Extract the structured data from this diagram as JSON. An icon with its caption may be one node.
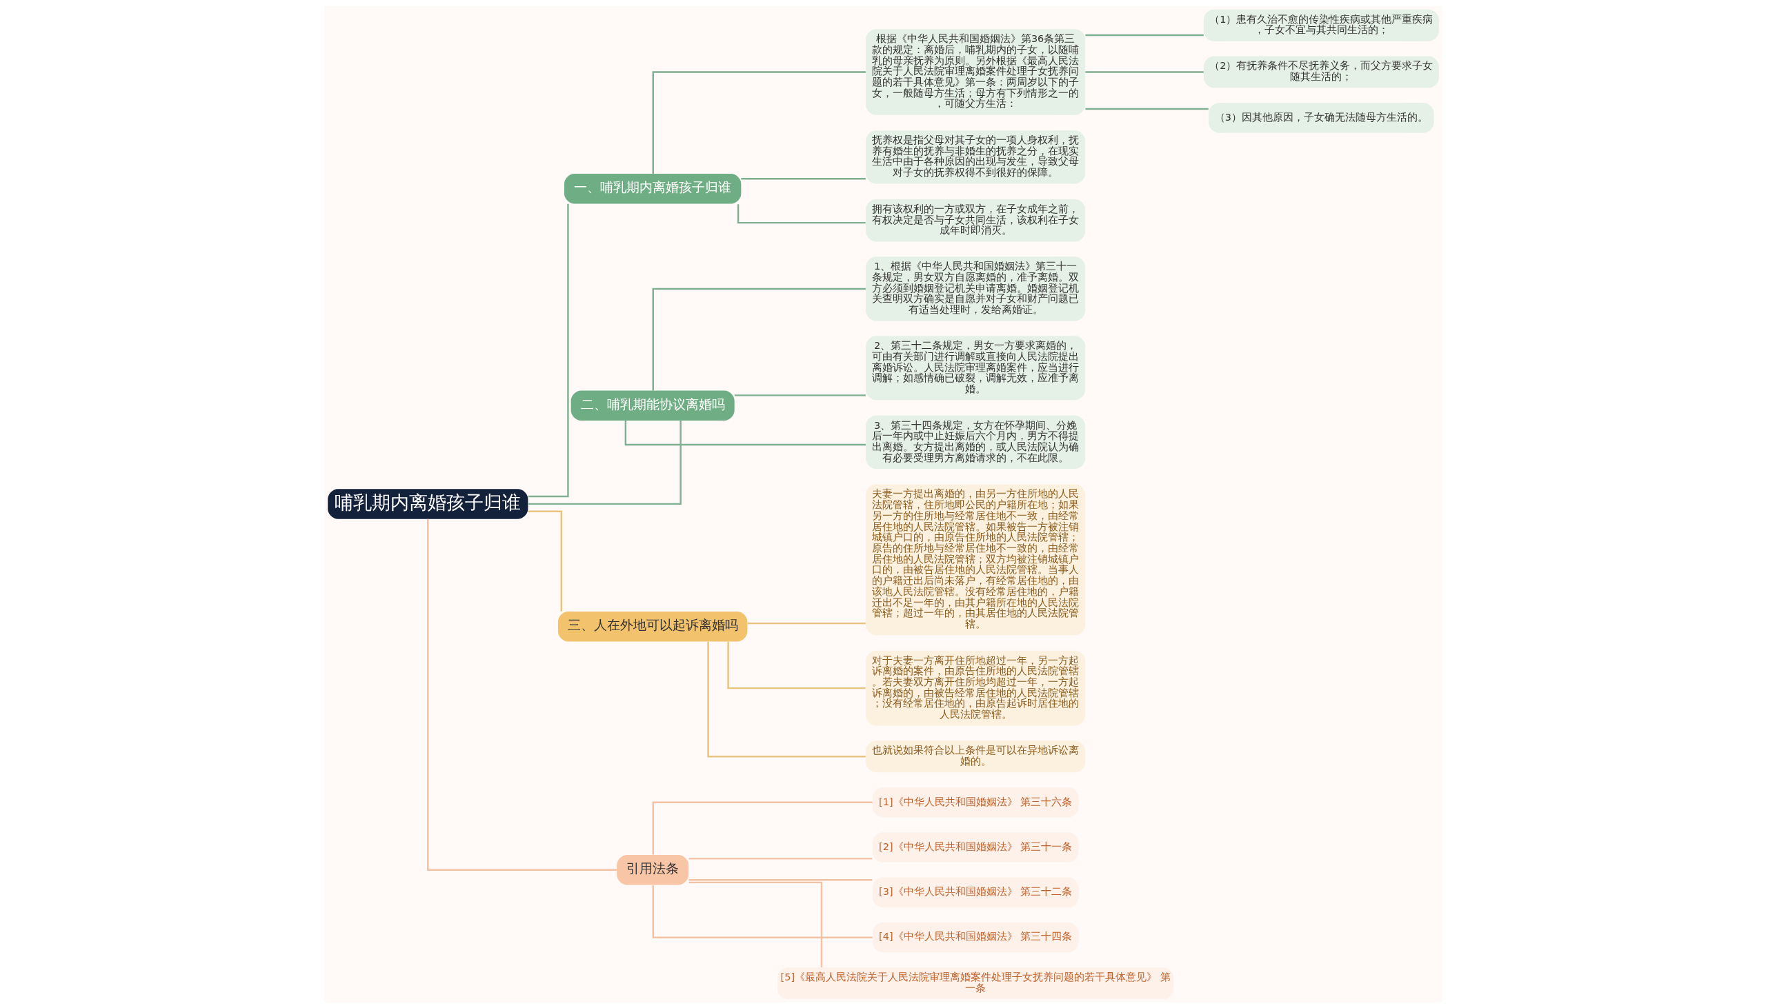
{
  "diagram": {
    "nodes": [
      {
        "text": [
          "哺乳期内离婚孩子归谁"
        ]
      },
      {
        "text": [
          "一、哺乳期内离婚孩子归谁"
        ]
      },
      {
        "text": [
          "根据《中华人民共和国婚姻法》第36条第三款的规定：离婚后，哺乳期内的子女，以随哺乳的母亲抚养为原则。另外根据《最高人民法院关于人民法院审理离婚案件处理子女抚养问题的若干具体意见》第一条：两周岁以下的子女，一般随母方生活；母方有下列情形之一的，可随父方生活："
        ]
      },
      {
        "text": [
          "（1）患有久治不愈的传染性疾病或其他严重疾病，子女不宜与其共同生活的；"
        ]
      },
      {
        "text": [
          "（2）有抚养条件不尽抚养义务，而父方要求子女随其生活的；"
        ]
      },
      {
        "text": [
          "（3）因其他原因，子女确无法随母方生活的。"
        ]
      },
      {
        "text": [
          "抚养权是指父母对其子女的一项人身权利，抚养有婚生的抚养与非婚生的抚养之分，在现实生活中由于各种原因的出现与发生，导致父母对子女的抚养权得不到很好的保障。"
        ]
      },
      {
        "text": [
          "拥有该权利的一方或双方，在子女成年之前，有权决定是否与子女共同生活，该权利在子女成年时即消灭。"
        ]
      },
      {
        "text": [
          "二、哺乳期能协议离婚吗"
        ]
      },
      {
        "text": [
          "1、根据《中华人民共和国婚姻法》第三十一条规定，男女双方自愿离婚的，准予离婚。双方必须到婚姻登记机关申请离婚。婚姻登记机关查明双方确实是自愿并对子女和财产问题已有适当处理时，发给离婚证。"
        ]
      },
      {
        "text": [
          "2、第三十二条规定，男女一方要求离婚的，可由有关部门进行调解或直接向人民法院提出离婚诉讼。人民法院审理离婚案件，应当进行调解；如感情确已破裂，调解无效，应准予离婚。"
        ]
      },
      {
        "text": [
          "3、第三十四条规定，女方在怀孕期间、分娩后一年内或中止妊娠后六个月内，男方不得提出离婚。女方提出离婚的，或人民法院认为确有必要受理男方离婚请求的，不在此限。"
        ]
      },
      {
        "text": [
          "三、人在外地可以起诉离婚吗"
        ]
      },
      {
        "text": [
          "夫妻一方提出离婚的，由另一方住所地的人民法院管辖，住所地即公民的户籍所在地；如果另一方的住所地与经常居住地不一致，由经常居住地的人民法院管辖。如果被告一方被注销城镇户口的，由原告住所地的人民法院管辖；原告的住所地与经常居住地不一致的，由经常居住地的人民法院管辖；双方均被注销城镇户口的，由被告居住地的人民法院管辖。当事人的户籍迁出后尚未落户，有经常居住地的，由该地人民法院管辖。没有经常居住地的，户籍迁出不足一年的，由其户籍所在地的人民法院管辖；超过一年的，由其居住地的人民法院管辖。"
        ]
      },
      {
        "text": [
          "对于夫妻一方离开住所地超过一年，另一方起诉离婚的案件，由原告住所地的人民法院管辖。若夫妻双方离开住所地均超过一年，一方起诉离婚的，由被告经常居住地的人民法院管辖；没有经常居住地的，由原告起诉时居住地的人民法院管辖。"
        ]
      },
      {
        "text": [
          "也就说如果符合以上条件是可以在异地诉讼离婚的。"
        ]
      },
      {
        "text": [
          "引用法条"
        ]
      },
      {
        "text": [
          "[1]《中华人民共和国婚姻法》 第三十六条"
        ]
      },
      {
        "text": [
          "[2]《中华人民共和国婚姻法》 第三十一条"
        ]
      },
      {
        "text": [
          "[3]《中华人民共和国婚姻法》 第三十二条"
        ]
      },
      {
        "text": [
          "[4]《中华人民共和国婚姻法》 第三十四条"
        ]
      },
      {
        "text": [
          "[5]《最高人民法院关于人民法院审理离婚案件处理子女抚养问题的若干具体意见》 第一条"
        ]
      }
    ],
    "edges": [
      {
        "from": 0,
        "to": 1,
        "arrow": "none"
      },
      {
        "from": 1,
        "to": 2,
        "arrow": "none"
      },
      {
        "from": 2,
        "to": 3,
        "arrow": "none"
      },
      {
        "from": 2,
        "to": 4,
        "arrow": "none"
      },
      {
        "from": 2,
        "to": 5,
        "arrow": "none"
      },
      {
        "from": 1,
        "to": 6,
        "arrow": "none"
      },
      {
        "from": 1,
        "to": 7,
        "arrow": "none"
      },
      {
        "from": 0,
        "to": 8,
        "arrow": "none"
      },
      {
        "from": 8,
        "to": 9,
        "arrow": "none"
      },
      {
        "from": 8,
        "to": 10,
        "arrow": "none"
      },
      {
        "from": 8,
        "to": 11,
        "arrow": "none"
      },
      {
        "from": 0,
        "to": 12,
        "arrow": "none",
        "color": "#e9c27e"
      },
      {
        "from": 12,
        "to": 13,
        "arrow": "none",
        "color": "#e9c27e"
      },
      {
        "from": 12,
        "to": 14,
        "arrow": "none",
        "color": "#e9c27e"
      },
      {
        "from": 12,
        "to": 15,
        "arrow": "none",
        "color": "#e9c27e"
      },
      {
        "from": 0,
        "to": 16,
        "arrow": "none",
        "color": "#f3c2a4"
      },
      {
        "from": 16,
        "to": 17,
        "arrow": "none",
        "color": "#f3c2a4"
      },
      {
        "from": 16,
        "to": 18,
        "arrow": "none",
        "color": "#f3c2a4"
      },
      {
        "from": 16,
        "to": 19,
        "arrow": "none",
        "color": "#f3c2a4"
      },
      {
        "from": 16,
        "to": 20,
        "arrow": "none",
        "color": "#f3c2a4"
      },
      {
        "from": 16,
        "to": 21,
        "arrow": "none",
        "color": "#f3c2a4"
      }
    ]
  }
}
